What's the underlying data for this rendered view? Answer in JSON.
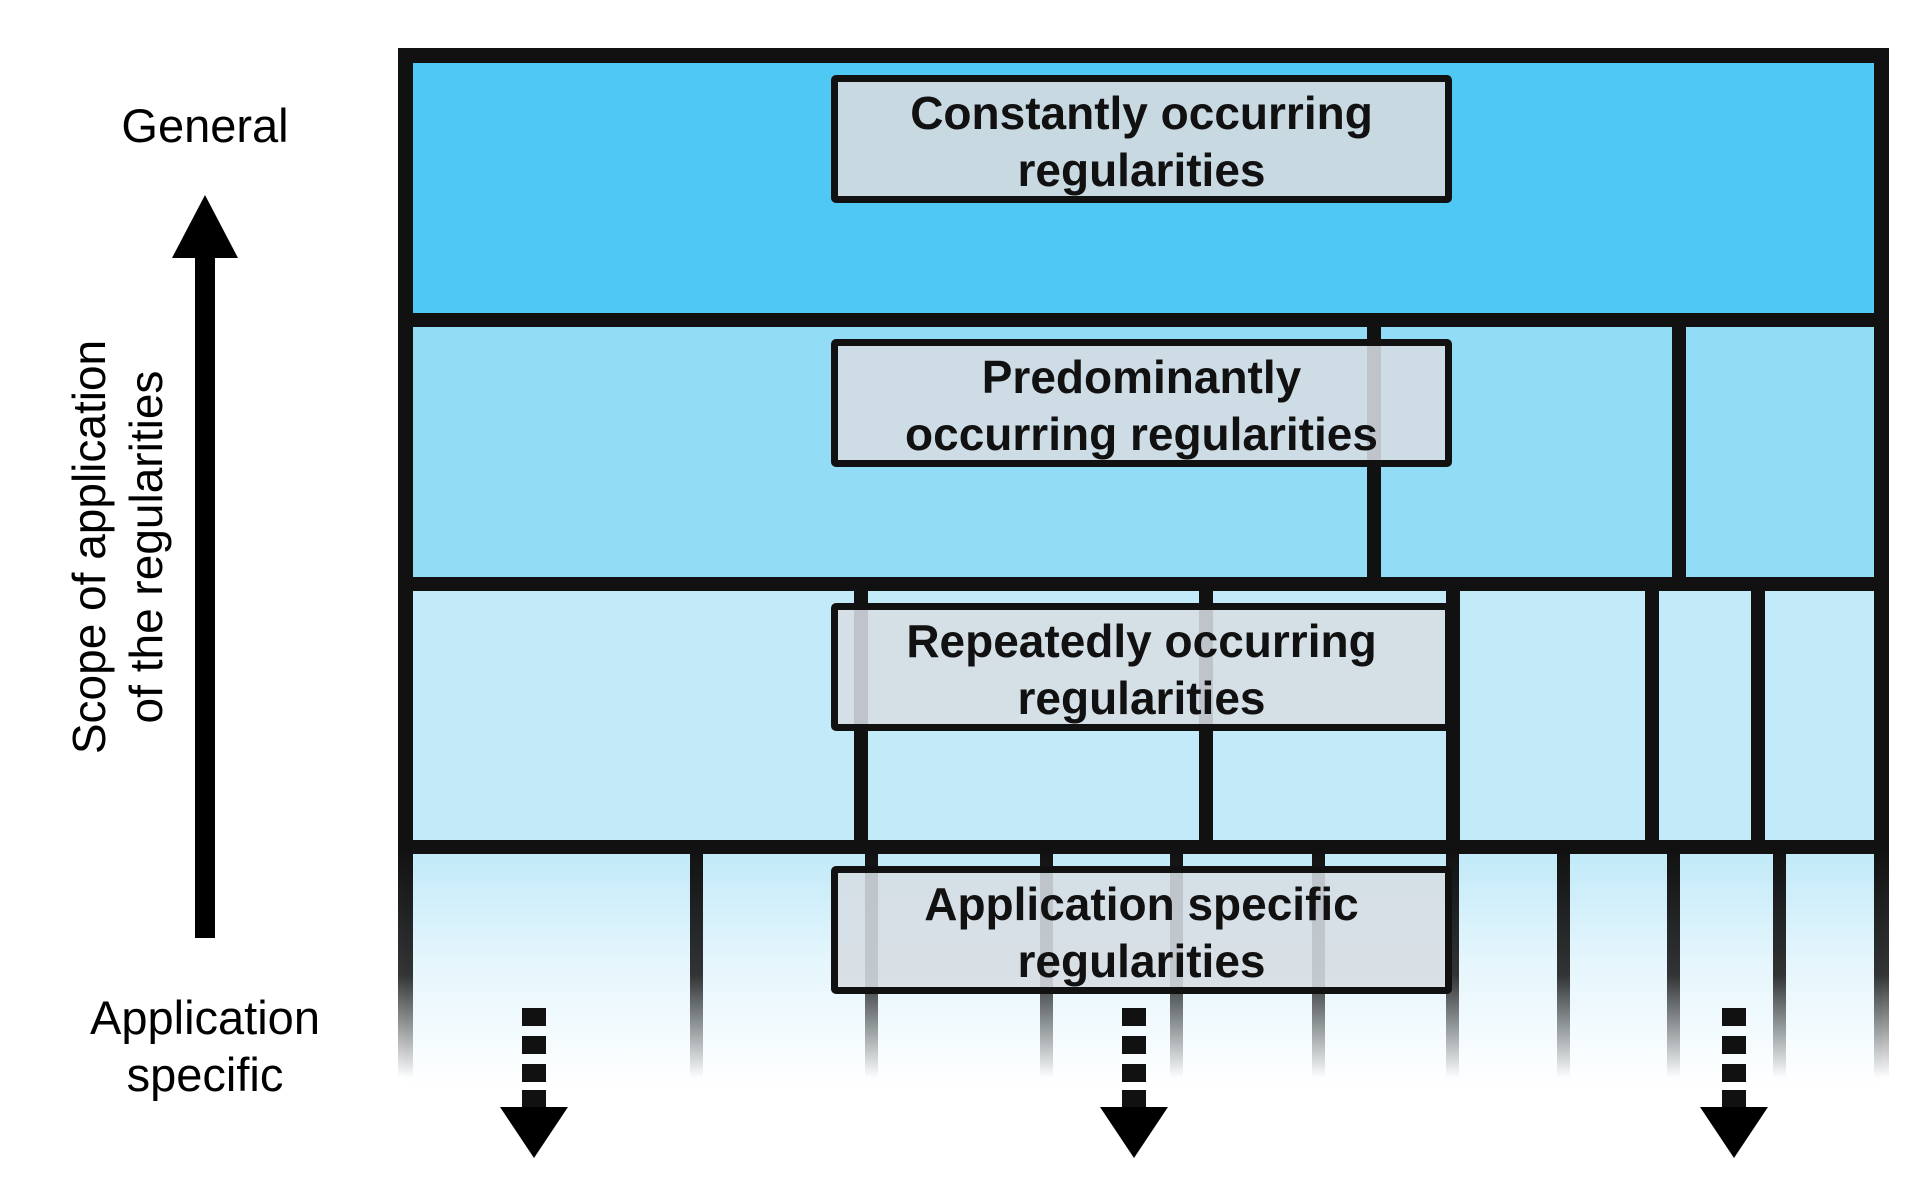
{
  "labels": {
    "top": "General",
    "bottom_line1": "Application",
    "bottom_line2": "specific",
    "axis_line1": "Scope of application",
    "axis_line2": "of the regularities"
  },
  "levels": [
    {
      "line1": "Constantly occurring",
      "line2": "regularities",
      "fill": "#4fc8f3"
    },
    {
      "line1": "Predominantly",
      "line2": "occurring regularities",
      "fill": "#92dcf6"
    },
    {
      "line1": "Repeatedly occurring",
      "line2": "regularities",
      "fill": "#c2eaf9"
    },
    {
      "line1": "Application specific",
      "line2": "regularities",
      "fill": "#daf1fb"
    }
  ],
  "colors": {
    "border": "#111111",
    "box_fill": "#d6dde2",
    "arrow": "#000000"
  },
  "icons": {
    "axis_arrow": "arrow-up-icon",
    "continuation_arrows": "dashed-arrow-down-icon"
  }
}
